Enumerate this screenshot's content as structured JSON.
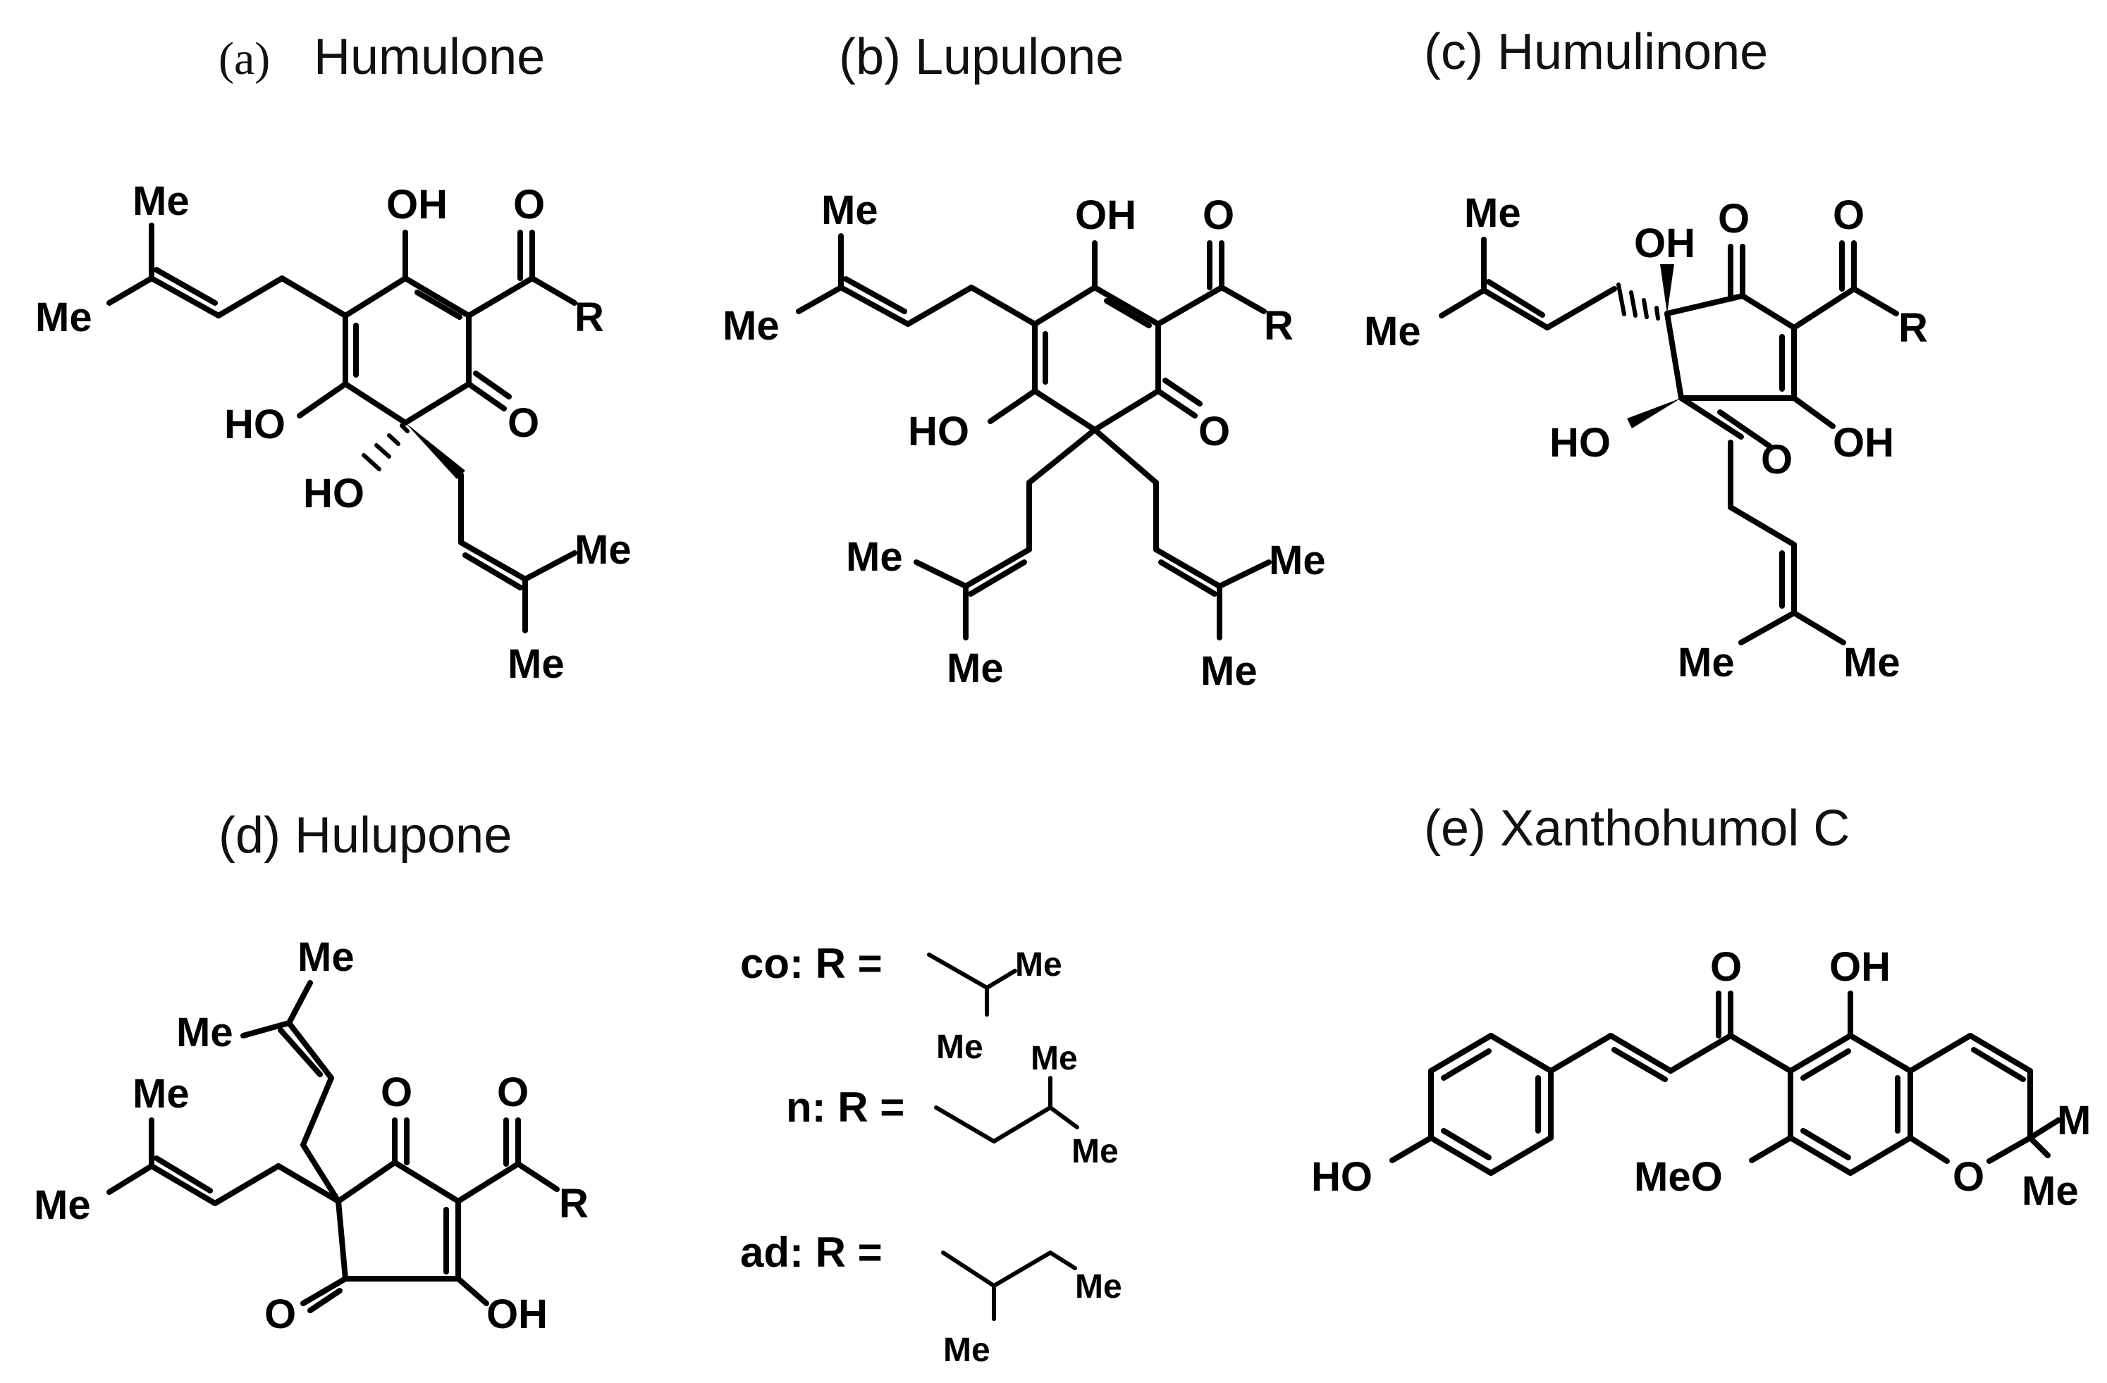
{
  "panels": {
    "a": {
      "letter": "(a)",
      "name": "Humulone"
    },
    "b": {
      "letter": "(b) Lupulone"
    },
    "c": {
      "letter": "(c) Humulinone"
    },
    "d": {
      "letter": "(d) Hulupone"
    },
    "e": {
      "letter": "(e) Xanthohumol C"
    }
  },
  "atoms": {
    "me": "Me",
    "oh": "OH",
    "ho": "HO",
    "o": "O",
    "r": "R",
    "meo": "MeO",
    "m": "M"
  },
  "r_groups": [
    {
      "label": "co: R ="
    },
    {
      "label": "n: R ="
    },
    {
      "label": "ad: R ="
    }
  ]
}
